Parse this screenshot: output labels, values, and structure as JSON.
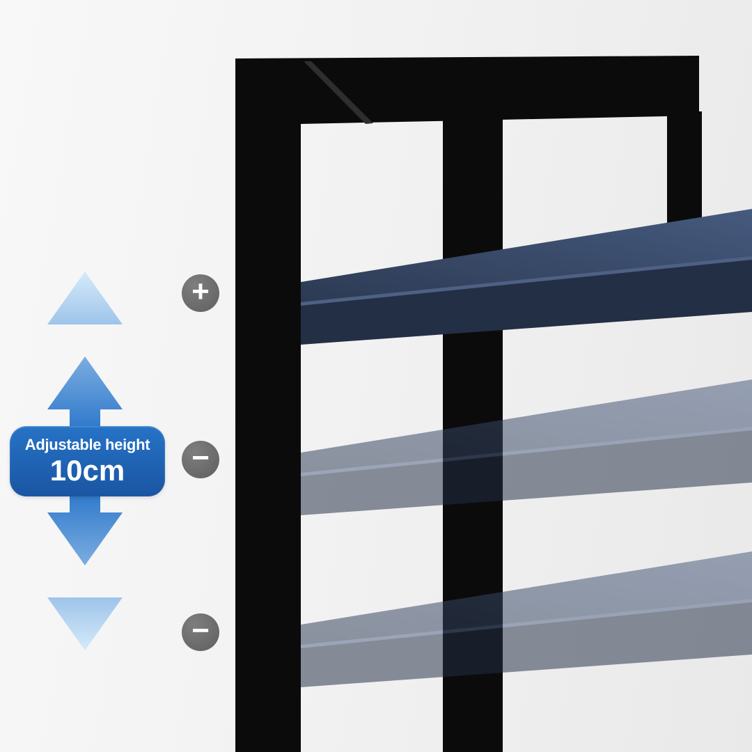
{
  "canvas": {
    "background_left": "#f8f8f8",
    "background_right": "#e9e9e9"
  },
  "badge": {
    "title": "Adjustable height",
    "value": "10cm",
    "background": "#1e63b8",
    "text_color": "#ffffff"
  },
  "markers": [
    {
      "symbol": "+"
    },
    {
      "symbol": "−"
    },
    {
      "symbol": "−"
    }
  ],
  "marker_style": {
    "background": "#6d6d6d",
    "symbol_color": "#ffffff"
  },
  "arrow": {
    "light": "#d7ebfa",
    "dark": "#2f79cb"
  },
  "product": {
    "frame_color": "#0b0b0b",
    "frame_seam_color": "#2e2e2e",
    "shelf_surface_dark": "#2c3a53",
    "shelf_surface_light": "#465a7e",
    "shelf_edge_highlight": "#4e6184",
    "shelf_front_color": "#232f45",
    "ghost_opacity": 0.52
  }
}
